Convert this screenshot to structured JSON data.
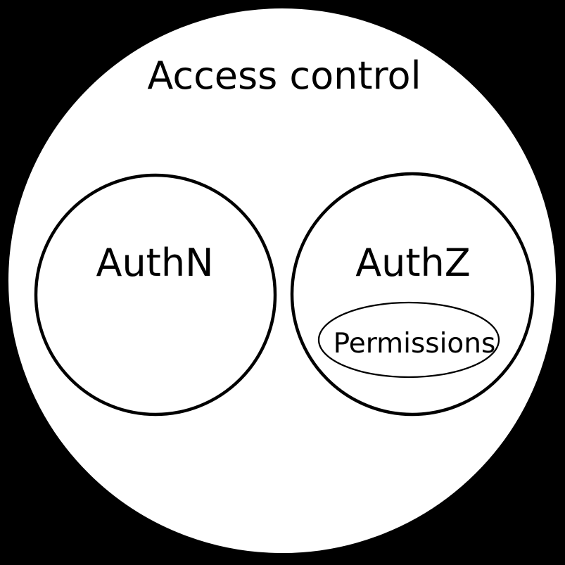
{
  "colors": {
    "background": "#000000",
    "shape_fill": "#ffffff",
    "stroke": "#000000",
    "text": "#000000"
  },
  "diagram": {
    "type": "venn-nested-sets",
    "outer_set": {
      "label": "Access control"
    },
    "sets": [
      {
        "label": "AuthN",
        "subsets": []
      },
      {
        "label": "AuthZ",
        "subsets": [
          {
            "label": "Permissions"
          }
        ]
      }
    ]
  }
}
